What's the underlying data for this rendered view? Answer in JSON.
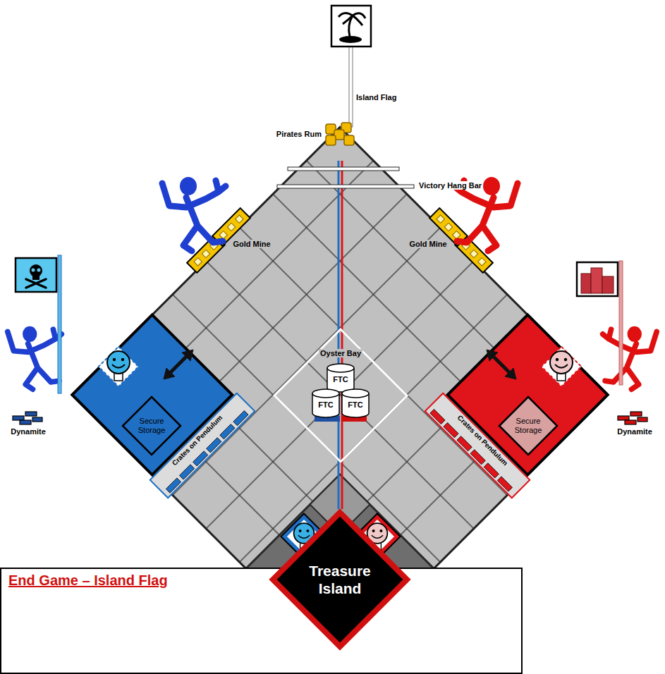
{
  "diagram": {
    "caption": "End Game – Island Flag",
    "nodes": [
      {
        "text": [
          "Oyster Bay"
        ]
      },
      {
        "text": [
          "FTC"
        ],
        "in": 0
      },
      {
        "text": [
          "FTC"
        ],
        "in": 0
      },
      {
        "text": [
          "FTC"
        ],
        "in": 0
      },
      {
        "text": [
          "Secure Storage"
        ]
      },
      {
        "text": [
          "Crates on Pendulum"
        ]
      },
      {
        "text": [
          "Secure Storage"
        ]
      },
      {
        "text": [
          "Crates on Pendulum"
        ]
      },
      {
        "text": [
          "Treasure Island"
        ]
      }
    ],
    "labels": [
      "Island Flag",
      "Pirates Rum",
      "Victory Hang Bar",
      "Gold Mine",
      "Gold Mine",
      "Dynamite",
      "Dynamite"
    ]
  }
}
